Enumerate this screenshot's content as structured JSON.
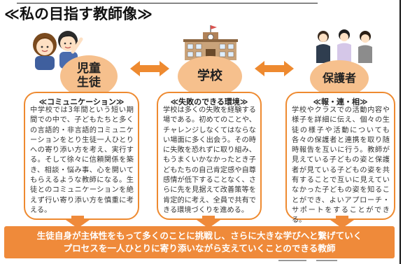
{
  "title": "≪私の目指す教師像≫",
  "nodes": [
    {
      "label_line1": "児童",
      "label_line2": "生徒"
    },
    {
      "label": "学校"
    },
    {
      "label": "保護者"
    }
  ],
  "cards": [
    {
      "heading": "≪コミュニケーション≫",
      "body": "中学校では3年間という短い期間での中で、子どもたちと多くの言語的・非言語的コミュニケーションをとり生徒一人ひとりへの寄り添い方を考え、実行する。そして徐々に信頼関係を築き、相談・悩み事、心を開いてもらえるような教師になる。生徒とのコミュニケーションを絶えず行い寄り添い方を慎重に考える。"
    },
    {
      "heading": "≪失敗のできる環境≫",
      "body": "学校は多くの失敗を経験する場である。初めてのことや、チャレンジしなくてはならない場面に多く出会う。その時に失敗を恐れずに取り組み、もうまくいかなかったとき子どもたちの自己肯定感や自尊感情が低下することなく、さらに先を見据えて改善策等を肯定的に考え、全員で共有できる環境づくりを進める。"
    },
    {
      "heading": "≪報・連・相≫",
      "body": "学校やクラスでの活動内容や様子を詳細に伝え、個々の生徒の様子や活動についても各々の保護者と連携を取り随時報告を互いに行う。教師が見えている子どもの姿と保護者が見ている子どもの姿を共有することで互いに見えていなかった子どもの姿を知ることができ、よいアプローチ・サポートをすることができる。"
    }
  ],
  "banner": {
    "line1": "生徒自身が主体性をもって多くのことに挑戦し、さらに大きな学びへと繋げていく",
    "line2": "プロセスを一人ひとりに寄り添いながら支えていくことのできる教師"
  },
  "colors": {
    "accent": "#ef8a3a",
    "node_fill": "#f6c08d",
    "card_border": "#ee8a30"
  }
}
